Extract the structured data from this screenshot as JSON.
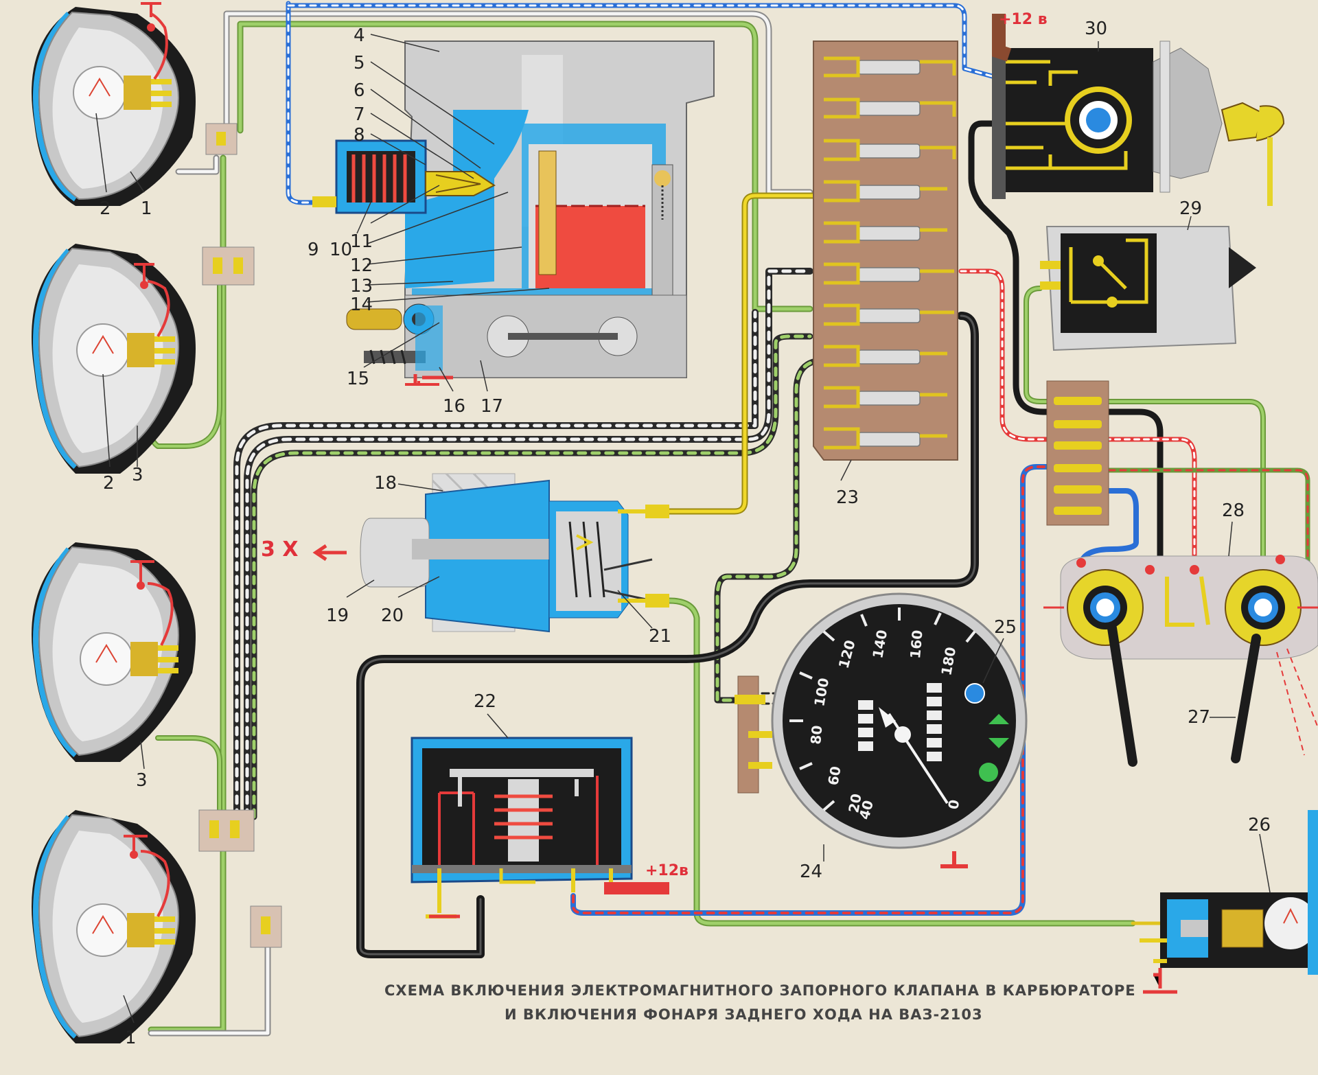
{
  "caption": {
    "line1": "СХЕМА ВКЛЮЧЕНИЯ ЭЛЕКТРОМАГНИТНОГО ЗАПОРНОГО КЛАПАНА В КАРБЮРАТОРЕ",
    "line2": "И ВКЛЮЧЕНИЯ  ФОНАРЯ  ЗАДНЕГО ХОДА НА ВАЗ-2103"
  },
  "power_labels": {
    "ignition_top": "+12 в",
    "relay": "+12в"
  },
  "direction_label": "3 Х",
  "callouts": {
    "n1a": "1",
    "n1b": "1",
    "n2a": "2",
    "n2b": "2",
    "n3a": "3",
    "n3b": "3",
    "n4": "4",
    "n5": "5",
    "n6": "6",
    "n7": "7",
    "n8": "8",
    "n9": "9",
    "n10": "10",
    "n11": "11",
    "n12": "12",
    "n13": "13",
    "n14": "14",
    "n15": "15",
    "n16": "16",
    "n17": "17",
    "n18": "18",
    "n19": "19",
    "n20": "20",
    "n21": "21",
    "n22": "22",
    "n23": "23",
    "n24": "24",
    "n25": "25",
    "n26": "26",
    "n27": "27",
    "n28": "28",
    "n29": "29",
    "n30": "30"
  },
  "speedometer": {
    "ticks": [
      "20",
      "40",
      "60",
      "80",
      "100",
      "120",
      "140",
      "160",
      "180"
    ],
    "zero": "0"
  },
  "colors": {
    "paper": "#ece6d6",
    "wire_green": "#8fbf5a",
    "wire_yellow": "#e7cf1f",
    "wire_black": "#2a2a2a",
    "wire_blue": "#2a6fd6",
    "wire_red": "#e53a3a",
    "body_blue": "#2aa8e8",
    "fuse_block": "#b58a70",
    "housing": "#202020"
  }
}
